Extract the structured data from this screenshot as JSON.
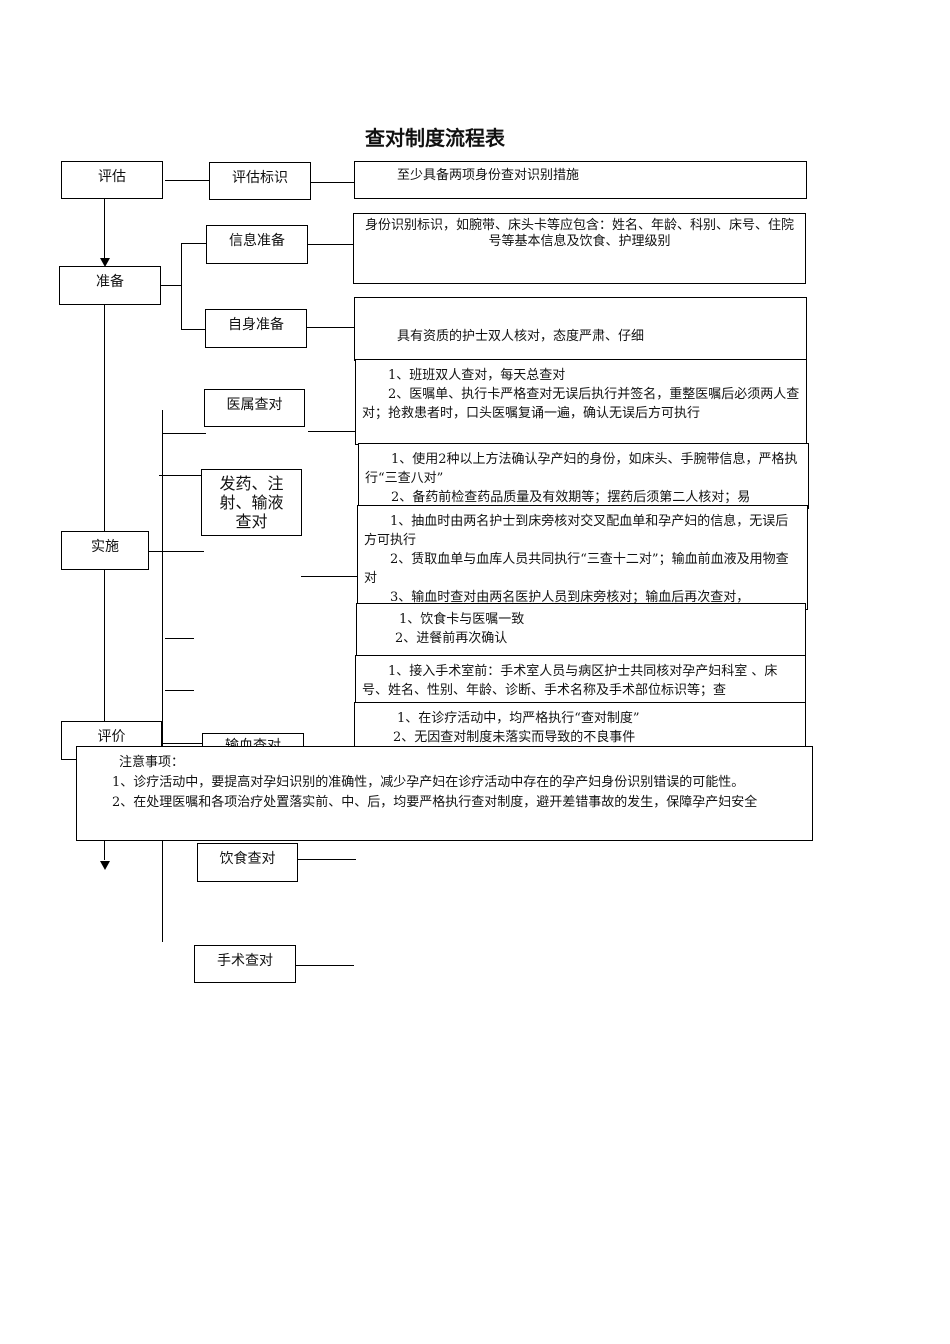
{
  "title": "查对制度流程表",
  "stages": {
    "assess": "评估",
    "prepare": "准备",
    "implement": "实施",
    "evaluate": "评价"
  },
  "steps": {
    "identify": "评估标识",
    "info_prep": "信息准备",
    "self_prep": "自身准备",
    "order_check": "医属查对",
    "med_check": "发药、注射、输液查对",
    "blood_check": "输血查对",
    "diet_check": "饮食查对",
    "surgery_check": "手术查对"
  },
  "details": {
    "identify": "至少具备两项身份查对识别措施",
    "info_prep": "身份识别标识，如腕带、床头卡等应包含：姓名、年龄、科别、床号、住院号等基本信息及饮食、护理级别",
    "self_prep": "具有资质的护士双人核对，态度严肃、仔细",
    "order_1": "1、班班双人查对，每天总查对",
    "order_2": "2、医嘱单、执行卡严格查对无误后执行并签名，重整医嘱后必须两人查对；抢救患者时，口头医嘱复诵一遍，确认无误后方可执行",
    "med_1": "1、使用2种以上方法确认孕产妇的身份，如床头、手腕带信息，严格执行“三查八对”",
    "med_2": "2、备药前检查药品质量及有效期等；摆药后须第二人核对；易",
    "blood_1": "1、抽血时由两名护士到床旁核对交叉配血单和孕产妇的信息，无误后方可执行",
    "blood_2": "2、赁取血单与血库人员共同执行“三查十二对”；输血前血液及用物查对",
    "blood_3": "3、输血时查对由两名医护人员到床旁核对；输血后再次查对，",
    "diet_1": "1、饮食卡与医嘱一致",
    "diet_2": "2、进餐前再次确认",
    "surgery_1": "1、接入手术室前：手术室人员与病区护士共同核对孕产妇科室 、床号、姓名、性别、年龄、诊断、手术名称及手术部位标识等；查",
    "eval_1": "1、在诊疗活动中，均严格执行“查对制度”",
    "eval_2": "2、无因查对制度未落实而导致的不良事件"
  },
  "notes": {
    "heading": "注意事项：",
    "item_1": "1、诊疗活动中，要提高对孕妇识别的准确性，减少孕产妇在诊疗活动中存在的孕产妇身份识别错误的可能性。",
    "item_2": "2、在处理医嘱和各项治疗处置落实前、中、后，均要严格执行查对制度，避开差错事故的发生，保障孕产妇安全"
  }
}
